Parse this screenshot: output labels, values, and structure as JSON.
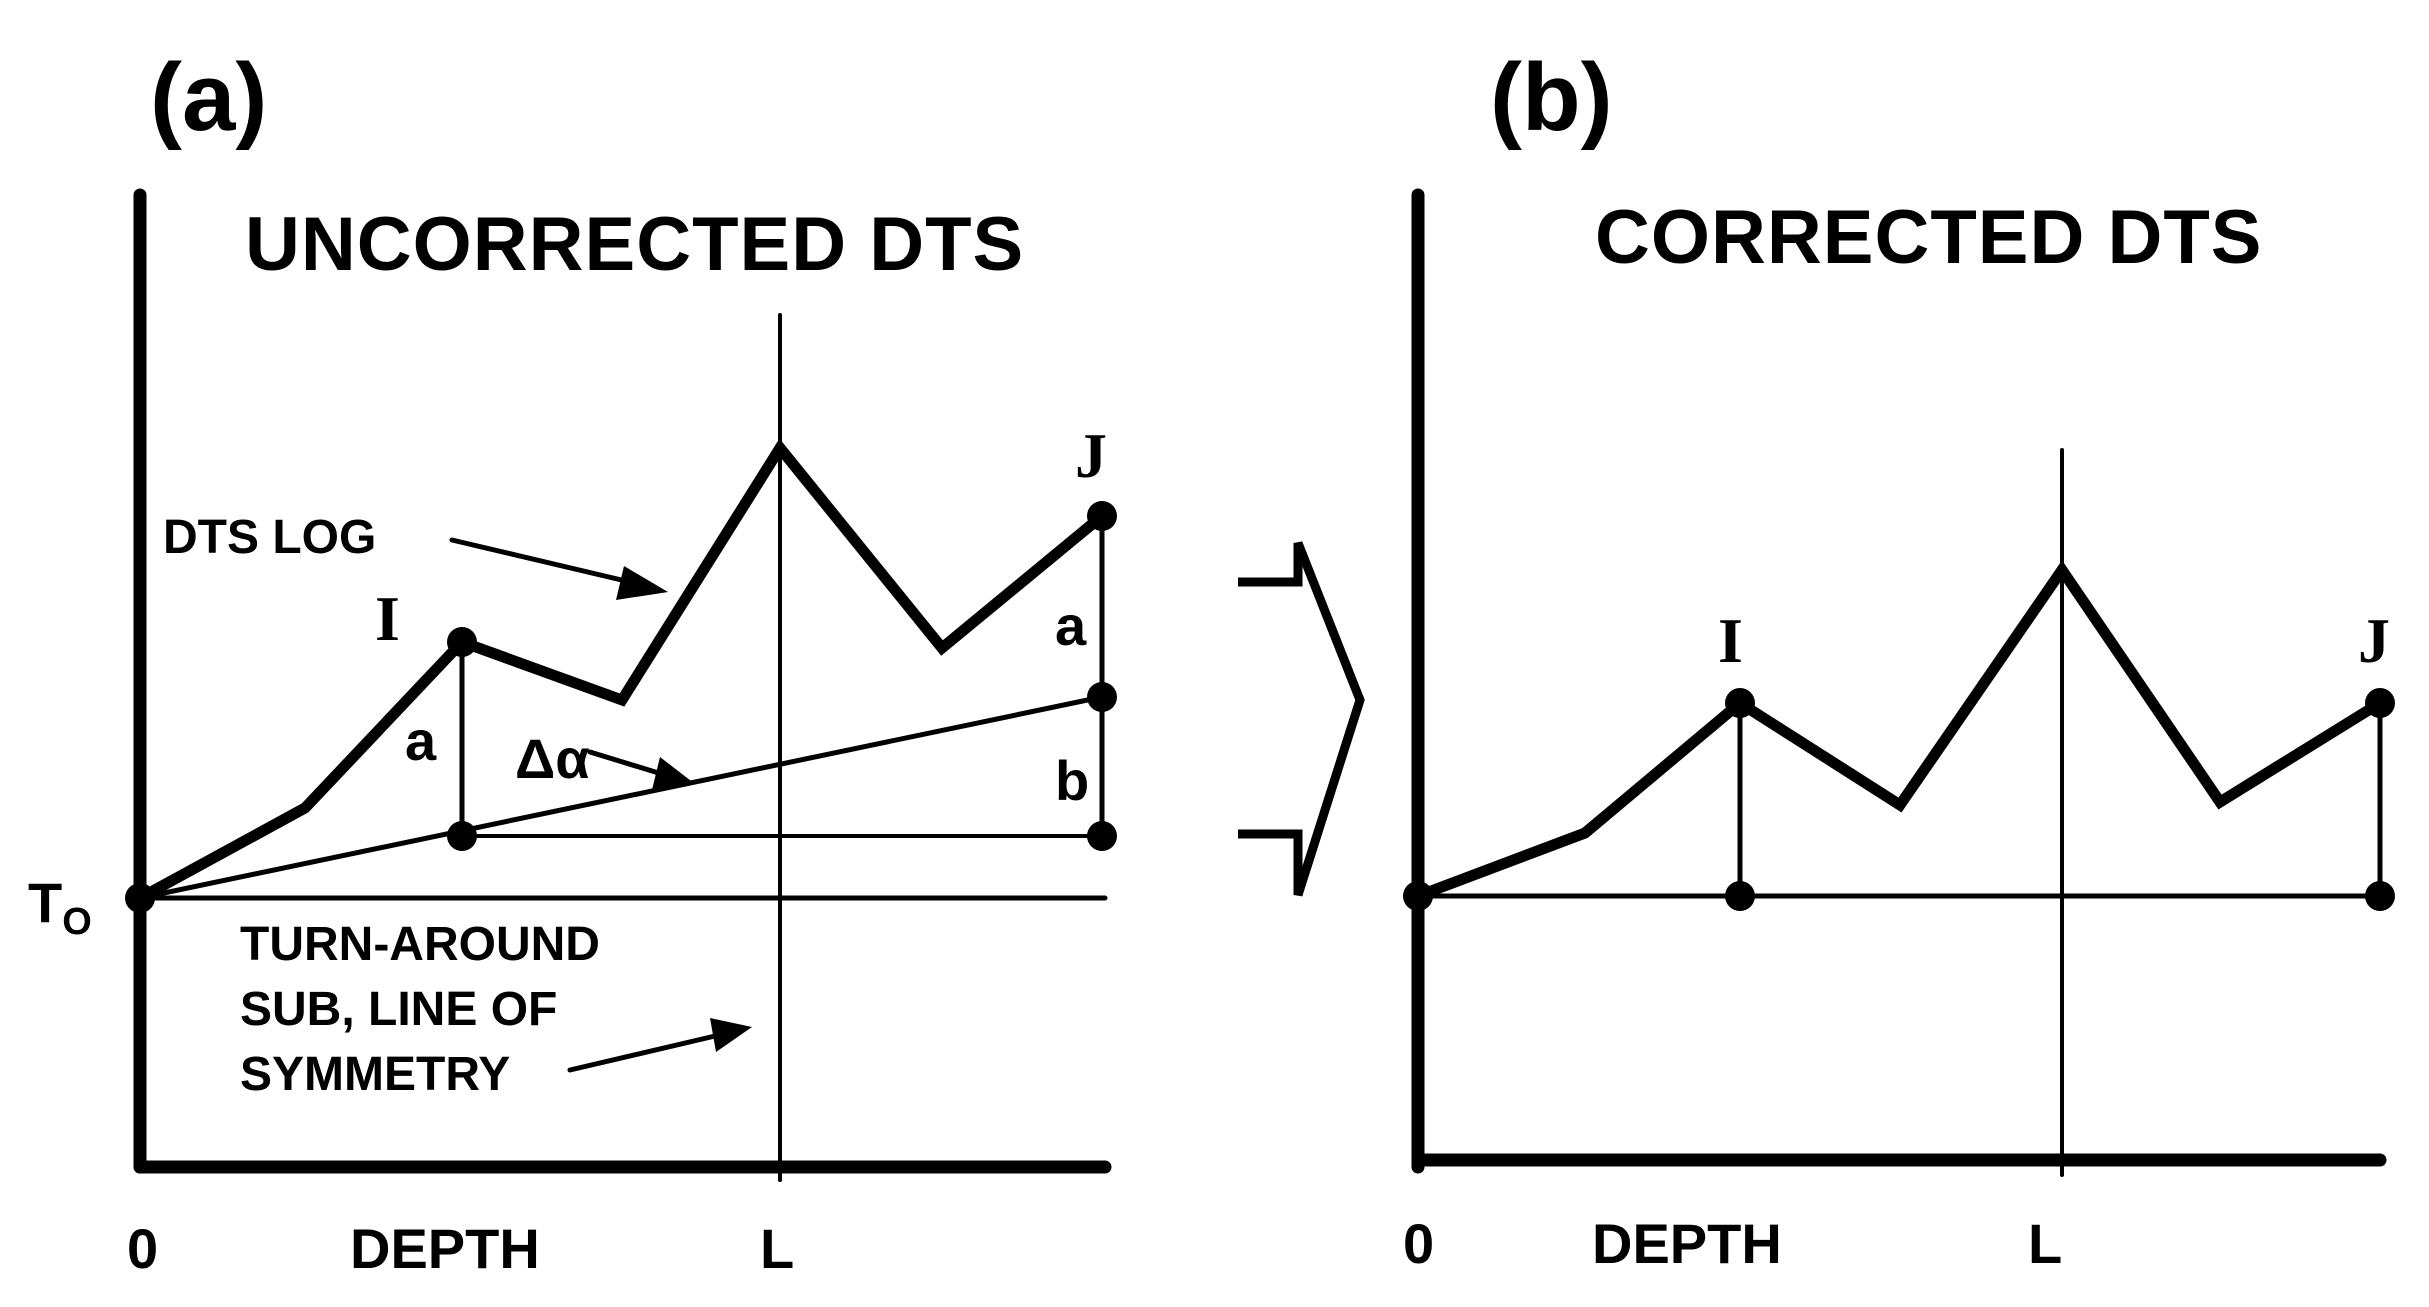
{
  "panel_a": {
    "label": "(a)",
    "title": "UNCORRECTED DTS",
    "origin_label_main": "T",
    "origin_label_sub": "O",
    "x_tick_zero": "0",
    "x_axis_label": "DEPTH",
    "x_tick_L": "L",
    "point_I": "I",
    "point_J": "J",
    "segment_a_left": "a",
    "segment_a_right": "a",
    "segment_b": "b",
    "angle_label": "Δα",
    "dts_log_label": "DTS LOG",
    "turnaround_line1": "TURN-AROUND",
    "turnaround_line2": "SUB, LINE OF",
    "turnaround_line3": "SYMMETRY"
  },
  "panel_b": {
    "label": "(b)",
    "title": "CORRECTED DTS",
    "x_tick_zero": "0",
    "x_axis_label": "DEPTH",
    "x_tick_L": "L",
    "point_I": "I",
    "point_J": "J"
  }
}
